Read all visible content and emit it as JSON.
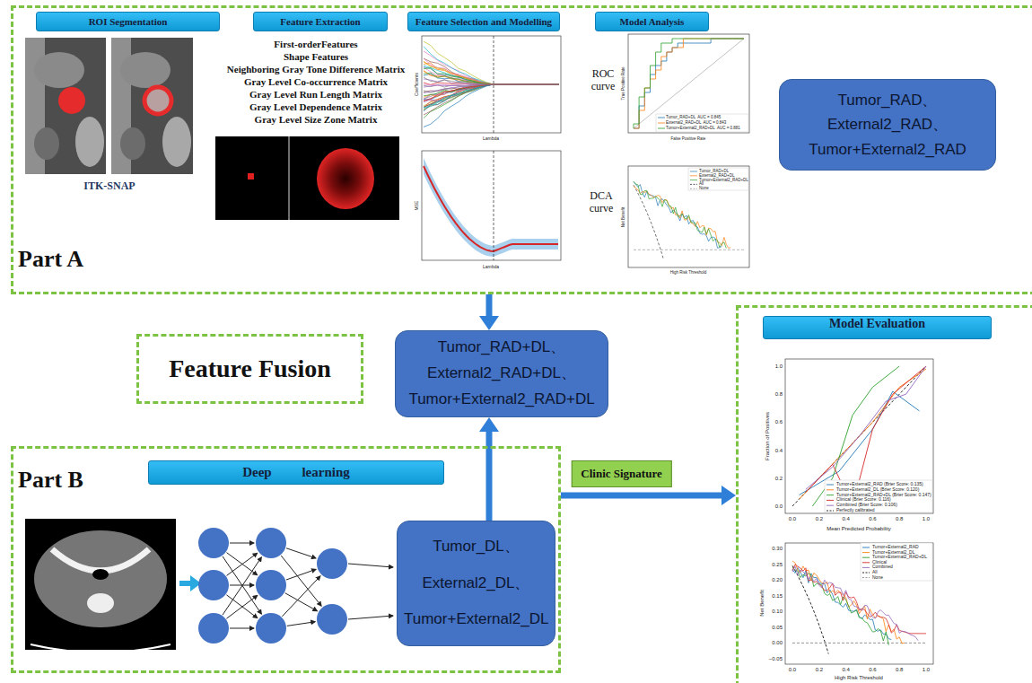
{
  "diagram": {
    "nodes": [
      {
        "text": [
          "Part A"
        ]
      },
      {
        "text": [
          "ROI Segmentation"
        ],
        "in": 0
      },
      {
        "text": [
          "Feature Extraction"
        ],
        "in": 0
      },
      {
        "text": [
          "Feature Selection and Modelling"
        ],
        "in": 0
      },
      {
        "text": [
          "Model Analysis"
        ],
        "in": 0
      },
      {
        "text": [
          "Tumor_RAD、 External2_RAD、 Tumor+External2_RAD"
        ],
        "in": 0
      },
      {
        "text": [
          "Feature Fusion"
        ]
      },
      {
        "text": [
          "Tumor_RAD+DL、 External2_RAD+DL、 Tumor+External2_RAD+DL"
        ]
      },
      {
        "text": [
          "Part B"
        ]
      },
      {
        "text": [
          "Deep learning"
        ],
        "in": 8
      },
      {
        "text": [
          "Tumor_DL、 External2_DL、 Tumor+External2_DL"
        ],
        "in": 8
      },
      {
        "text": [
          "Model Evaluation"
        ]
      }
    ],
    "edges": [
      {
        "from": 0,
        "to": 7,
        "arrow": "to"
      },
      {
        "from": 10,
        "to": 7,
        "arrow": "to"
      },
      {
        "from": 8,
        "to": 11,
        "label": "Clinic Signature",
        "arrow": "to"
      }
    ],
    "labels": [
      "ITK-SNAP",
      "First-orderFeatures",
      "Shape Features",
      "Neighboring Gray Tone Difference Matrix",
      "Gray Level Co-occurrence Matrix",
      "Gray Level Run Length Matrix",
      "Gray Level Dependence Matrix",
      "Gray Level Size Zone Matrix",
      "Coefficients",
      "Lambda",
      "MSE",
      "Lambda",
      "ROC curve",
      "DCA curve",
      "True Positive Rate",
      "False Positive Rate",
      "Tumor_RAD+DL  AUC = 0.845",
      "External2_RAD+DL  AUC = 0.843",
      "Tumor+External2_RAD+DL  AUC = 0.881",
      "Net Benefit",
      "High Risk Threshold",
      "Tumor_RAD+DL",
      "External2_RAD+DL",
      "Tumor+External2_RAD+DL",
      "All",
      "None",
      "Fraction of Positives",
      "Mean Predicted Probability",
      "Tumor+External2_RAD (Brier Score: 0.135)",
      "Tumor+External2_DL (Brier Score: 0.120)",
      "Tumor+External2_RAD+DL (Brier Score: 0.147)",
      "Clinical (Brier Score: 0.116)",
      "Combined (Brier Score: 0.106)",
      "Perfectly calibrated",
      "Net Benefit",
      "High Risk Threshold",
      "Tumor+External2_RAD",
      "Tumor+External2_DL",
      "Tumor+External2_RAD+DL",
      "Clinical",
      "Combined",
      "All",
      "None",
      "0.0",
      "0.2",
      "0.4",
      "0.6",
      "0.8",
      "1.0",
      "1.0",
      "0.8",
      "0.6",
      "0.4",
      "0.2",
      "0.0",
      "0.0",
      "0.2",
      "0.4",
      "0.6",
      "0.8",
      "1.0",
      "0.30",
      "0.25",
      "0.20",
      "0.15",
      "0.10",
      "0.05",
      "0.00",
      "−0.05"
    ]
  }
}
